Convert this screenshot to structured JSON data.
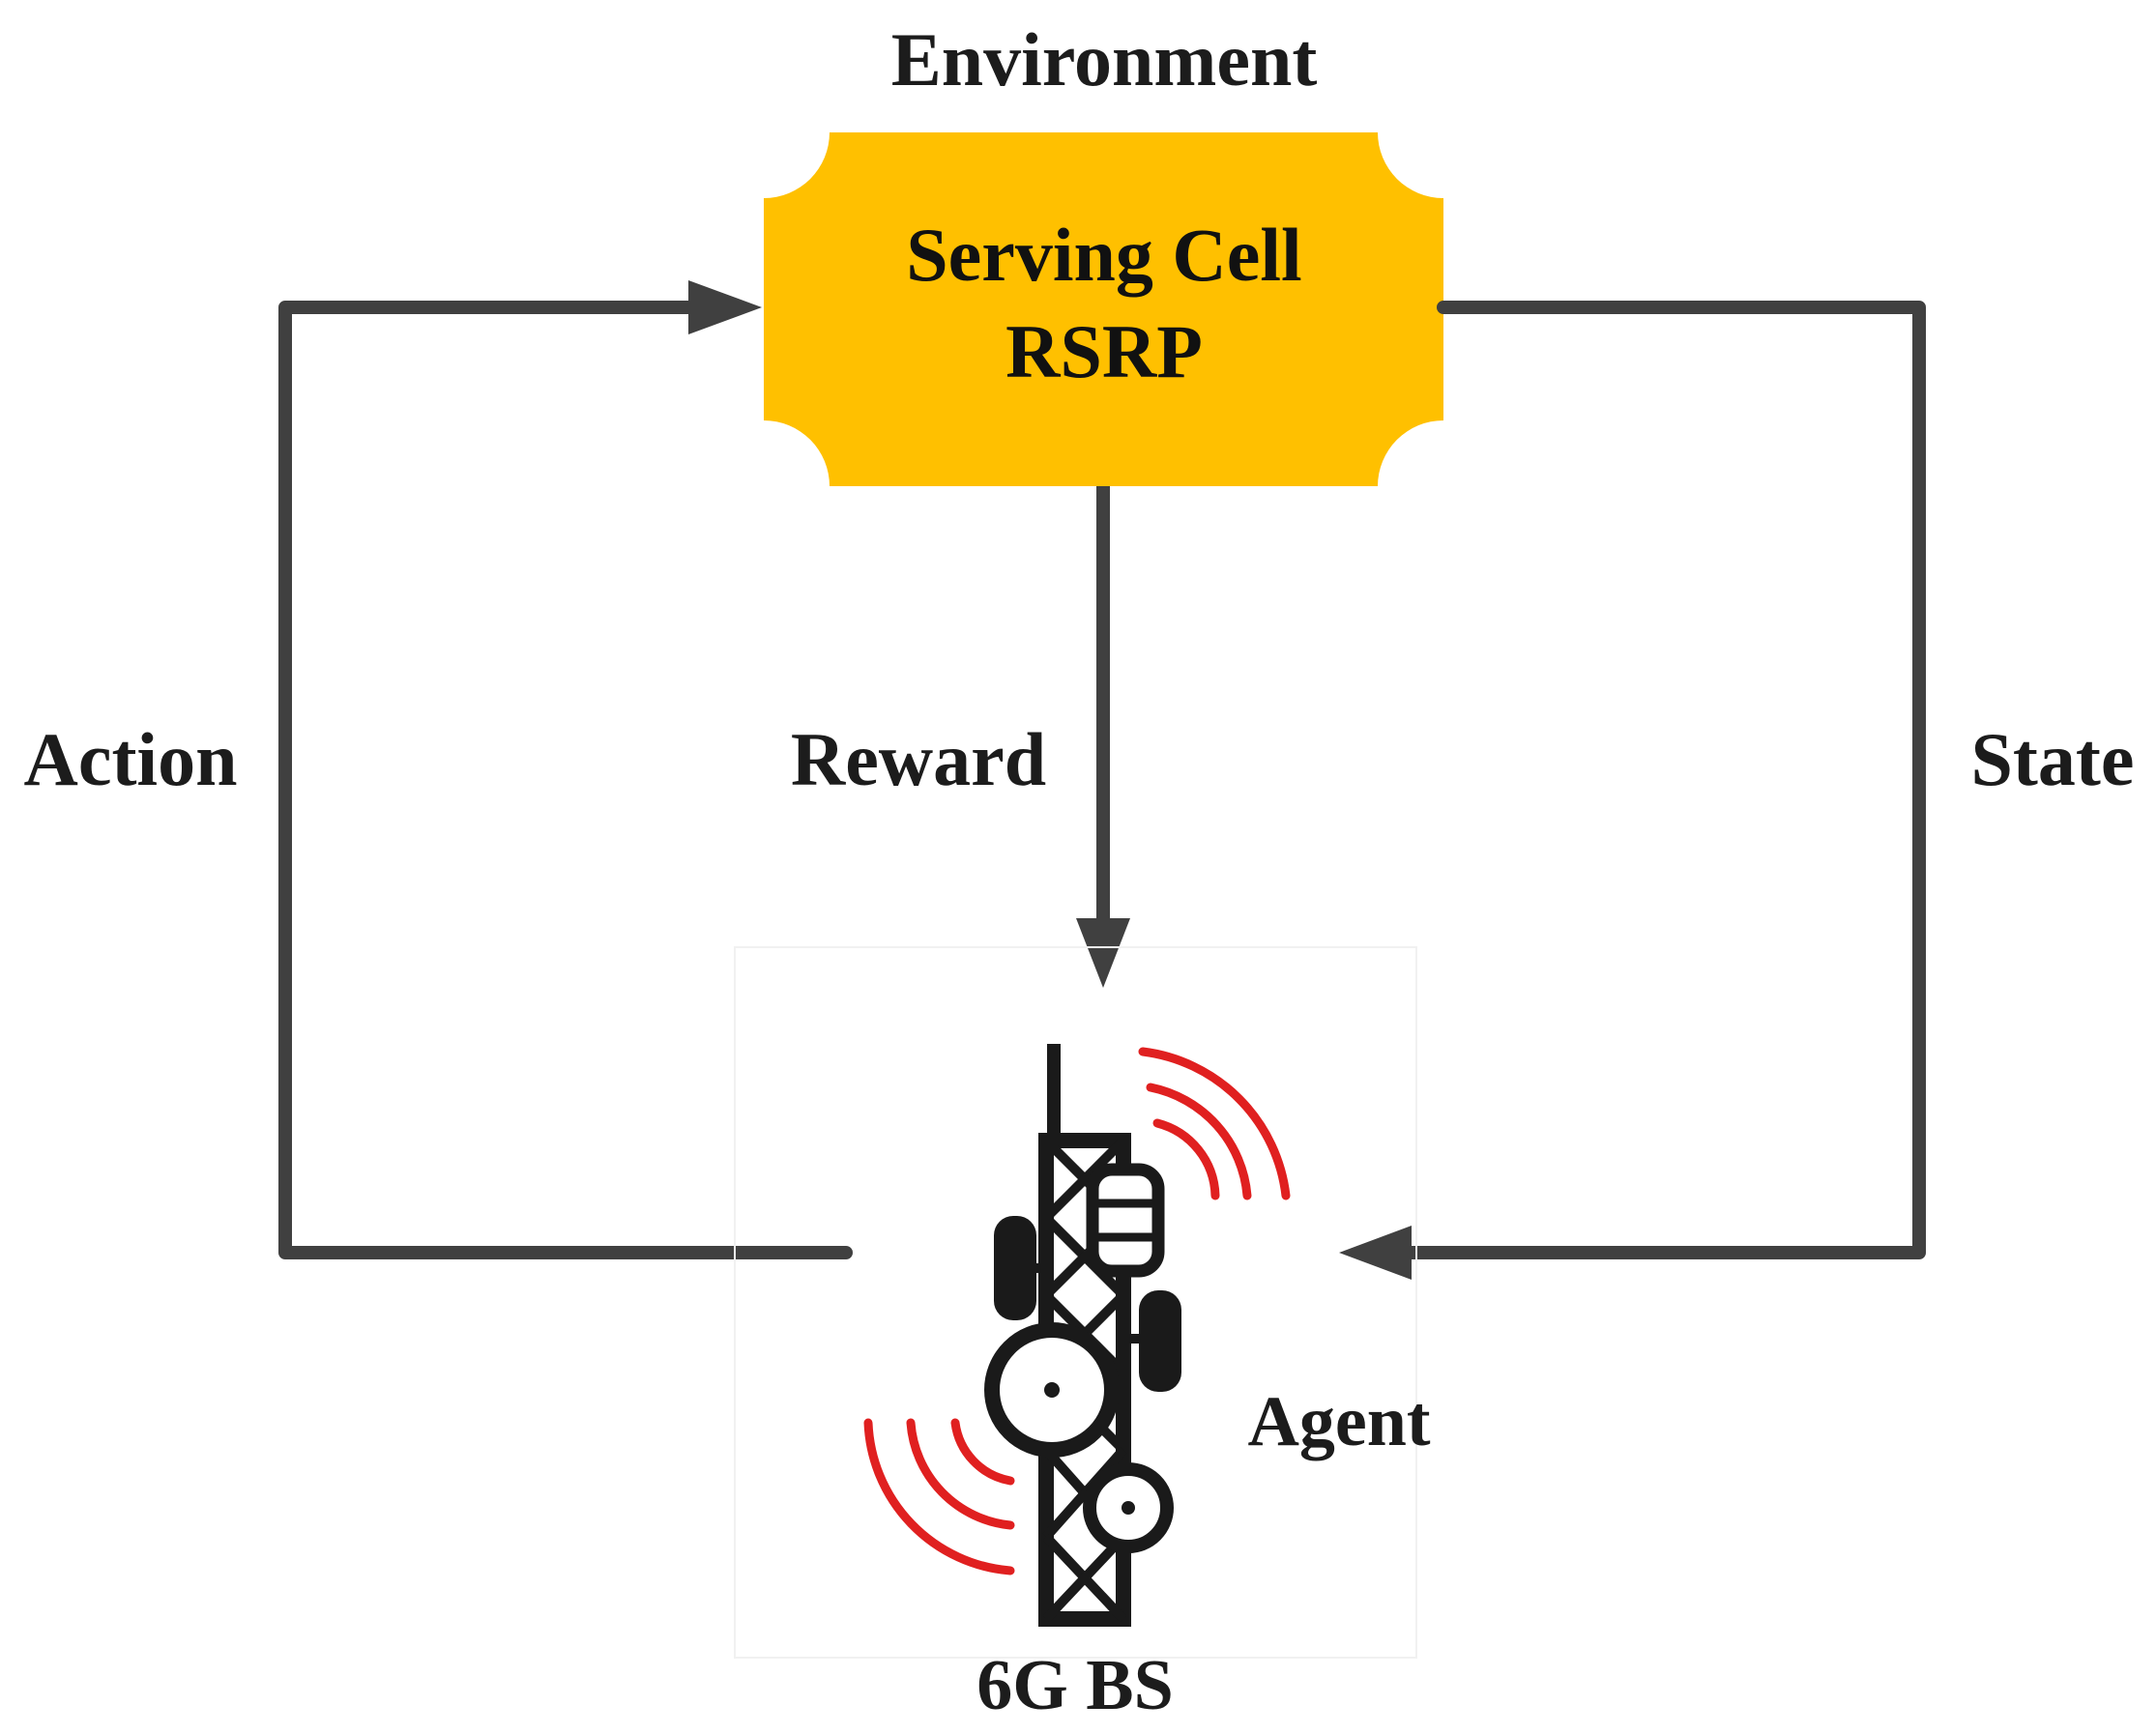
{
  "labels": {
    "environment": "Environment",
    "serving_cell_line1": "Serving Cell",
    "serving_cell_line2": "RSRP",
    "action": "Action",
    "reward": "Reward",
    "state": "State",
    "agent": "Agent",
    "base_station": "6G BS"
  },
  "colors": {
    "environment_box": "#FFC000",
    "arrow": "#404040",
    "signal_waves": "#E02020",
    "tower": "#1a1a1a",
    "text": "#1c1c1c"
  },
  "icons": {
    "tower": "cell-tower-icon",
    "signal": "signal-waves-icon"
  }
}
